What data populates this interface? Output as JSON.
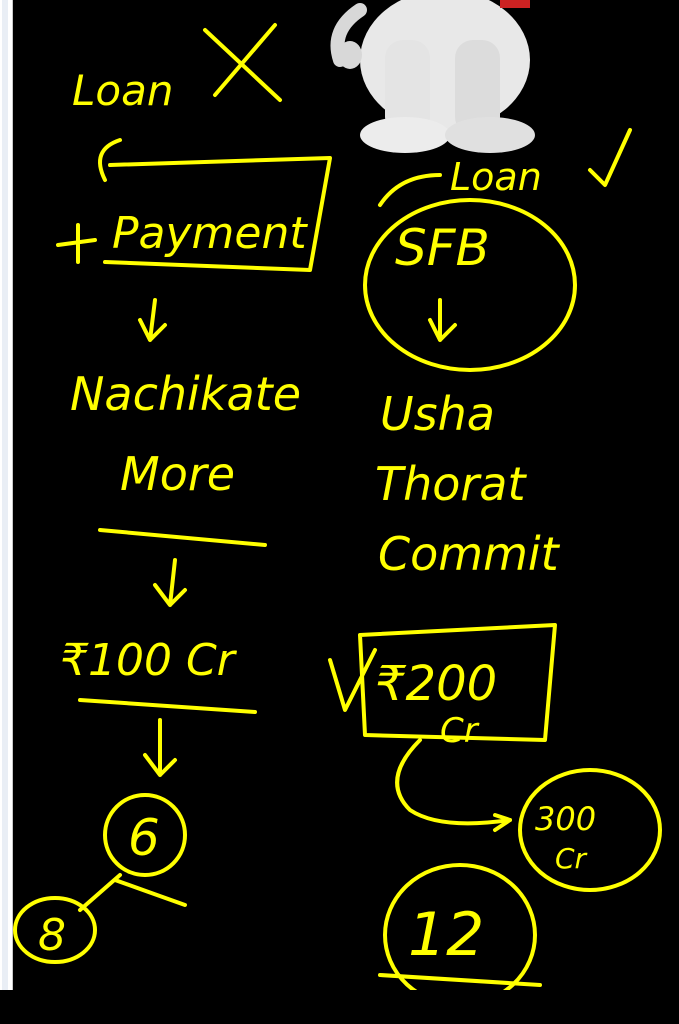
{
  "colors": {
    "background": "#000000",
    "ink": "#ffff00",
    "sidebar": "#ffffff"
  },
  "notes": {
    "loan_x": "Loan",
    "payment": "Payment",
    "loan_check": "Loan",
    "sfb": "SFB",
    "left_name_1": "Nachikate",
    "left_name_2": "More",
    "right_name_1": "Usha",
    "right_name_2": "Thorat",
    "right_name_3": "Commit",
    "left_amount": "₹100 Cr",
    "right_amount": "₹200",
    "right_amount_sub": "Cr",
    "right_total": "300",
    "right_total_sub": "Cr",
    "left_circle": "6",
    "left_small_circle": "8",
    "right_circle": "12"
  }
}
